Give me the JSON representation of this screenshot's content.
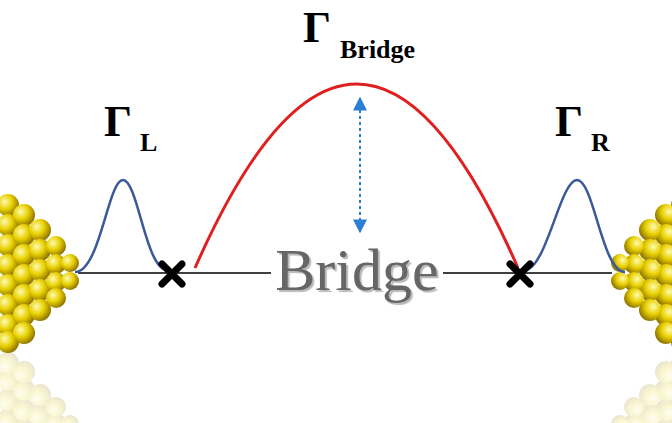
{
  "diagram": {
    "labels": [
      "Γ",
      "L",
      "Γ",
      "Bridge",
      "Γ",
      "R",
      "Bridge"
    ]
  }
}
